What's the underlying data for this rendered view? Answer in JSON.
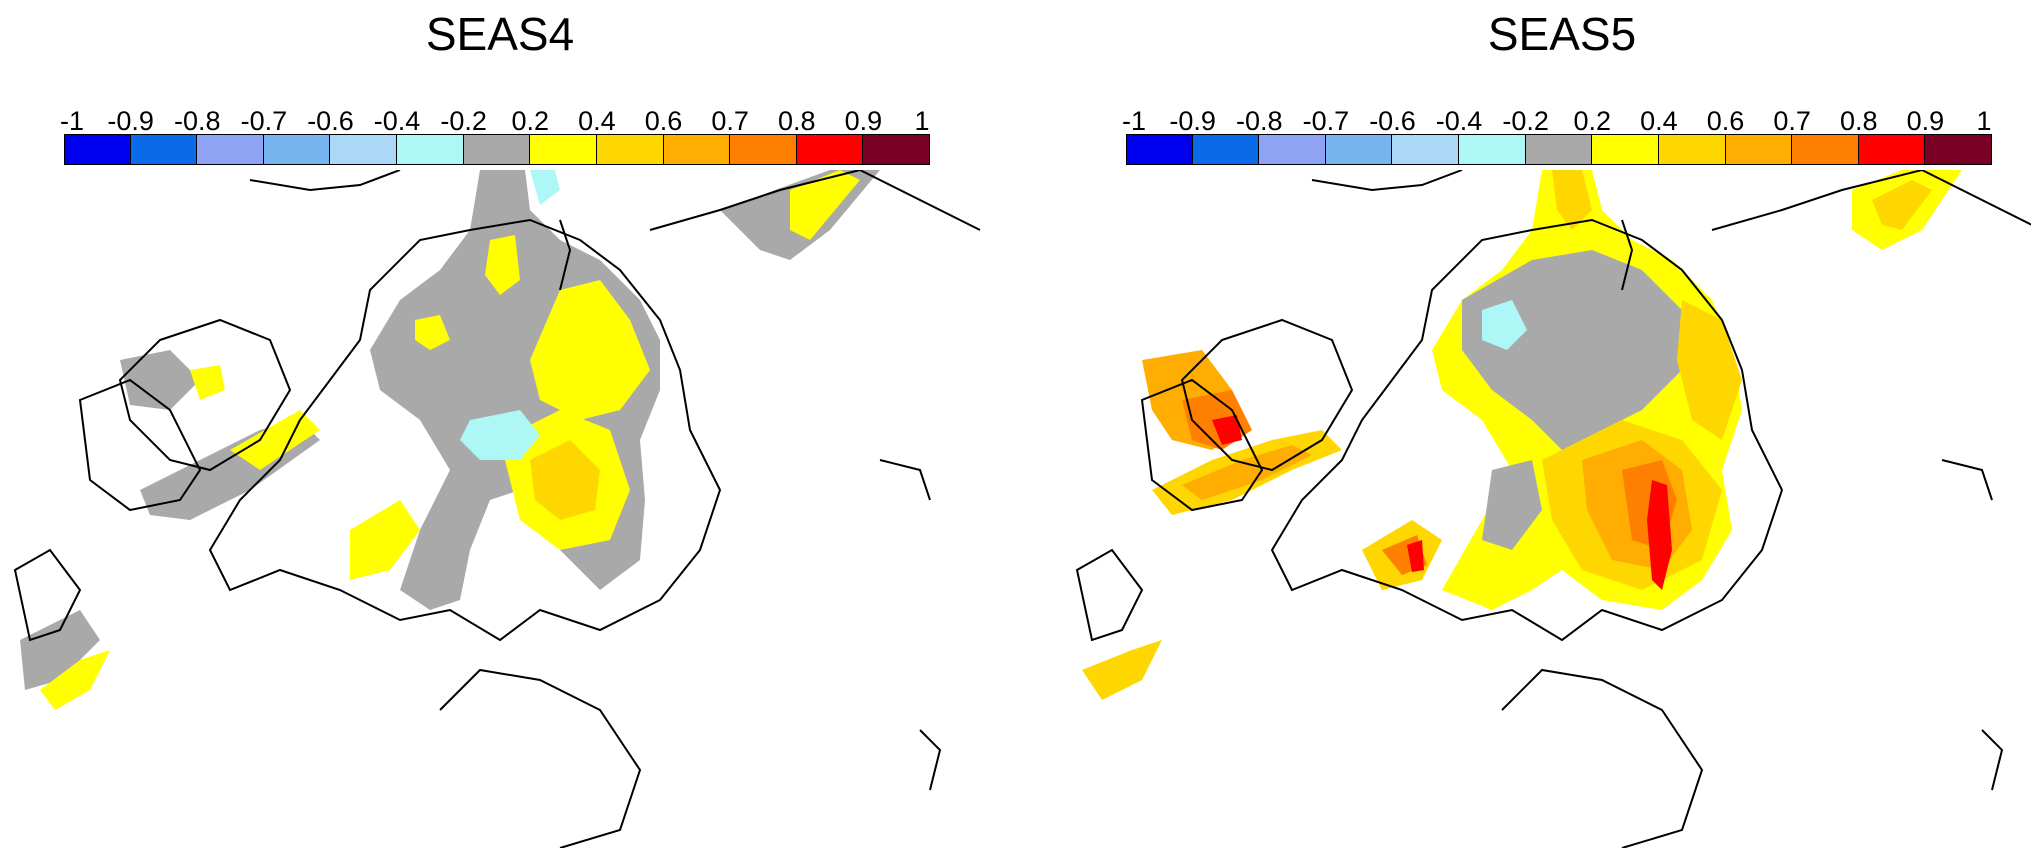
{
  "panels": [
    {
      "title": "SEAS4",
      "colorbar": {
        "labels": [
          "-1",
          "-0.9",
          "-0.8",
          "-0.7",
          "-0.6",
          "-0.4",
          "-0.2",
          "0.2",
          "0.4",
          "0.6",
          "0.7",
          "0.8",
          "0.9",
          "1"
        ],
        "colors": [
          "#0000f0",
          "#0a6ae8",
          "#8fa3f5",
          "#78b4f0",
          "#acd8f7",
          "#aef7f7",
          "#a9a9a9",
          "#ffff00",
          "#ffd700",
          "#ffad00",
          "#ff7f00",
          "#ff0000",
          "#7a0025"
        ]
      }
    },
    {
      "title": "SEAS5",
      "colorbar": {
        "labels": [
          "-1",
          "-0.9",
          "-0.8",
          "-0.7",
          "-0.6",
          "-0.4",
          "-0.2",
          "0.2",
          "0.4",
          "0.6",
          "0.7",
          "0.8",
          "0.9",
          "1"
        ],
        "colors": [
          "#0000f0",
          "#0a6ae8",
          "#8fa3f5",
          "#78b4f0",
          "#acd8f7",
          "#aef7f7",
          "#a9a9a9",
          "#ffff00",
          "#ffd700",
          "#ffad00",
          "#ff7f00",
          "#ff0000",
          "#7a0025"
        ]
      }
    }
  ],
  "map_colors": {
    "gray": "#a9a9a9",
    "yellow": "#ffff00",
    "gold": "#ffd700",
    "orange": "#ffad00",
    "dark_orange": "#ff7f00",
    "red": "#ff0000",
    "light_blue": "#aef7f7",
    "pale_blue": "#acd8f7",
    "coast": "#000000"
  }
}
